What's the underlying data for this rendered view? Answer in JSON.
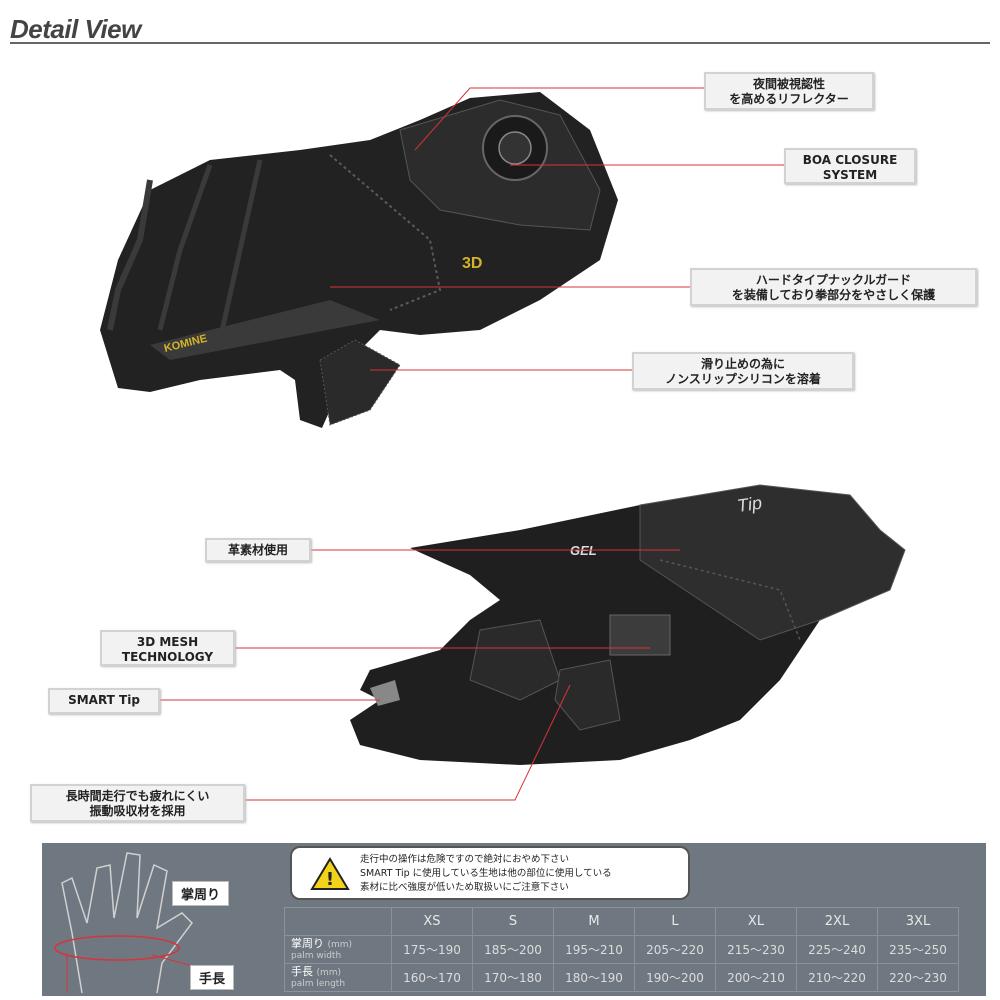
{
  "header": {
    "title": "Detail View"
  },
  "callouts": {
    "reflector": [
      "夜間被視認性",
      "を高めるリフレクター"
    ],
    "boa": [
      "BOA CLOSURE",
      "SYSTEM"
    ],
    "knuckle": [
      "ハードタイプナックルガード",
      "を装備しており拳部分をやさしく保護"
    ],
    "silicon": [
      "滑り止めの為に",
      "ノンスリップシリコンを溶着"
    ],
    "leather": [
      "革素材使用"
    ],
    "mesh": [
      "3D MESH",
      "TECHNOLOGY"
    ],
    "smart": [
      "SMART Tip"
    ],
    "gel": [
      "長時間走行でも疲れにくい",
      "振動吸収材を採用"
    ]
  },
  "glove_prints": {
    "brand": "KOMINE",
    "badge": "3D",
    "gel": "GEL",
    "tip": "Tip"
  },
  "size_chart": {
    "hand_labels": {
      "palm": "掌周り",
      "length": "手長"
    },
    "warning": [
      "走行中の操作は危険ですので絶対におやめ下さい",
      "SMART Tip に使用している生地は他の部位に使用している",
      "素材に比べ強度が低いため取扱いにご注意下さい"
    ],
    "sizes": [
      "XS",
      "S",
      "M",
      "L",
      "XL",
      "2XL",
      "3XL"
    ],
    "rows": [
      {
        "label": "掌周り",
        "unit": "(mm)",
        "sub": "palm width",
        "values": [
          "175〜190",
          "185〜200",
          "195〜210",
          "205〜220",
          "215〜230",
          "225〜240",
          "235〜250"
        ]
      },
      {
        "label": "手長",
        "unit": "(mm)",
        "sub": "palm length",
        "values": [
          "160〜170",
          "170〜180",
          "180〜190",
          "190〜200",
          "200〜210",
          "210〜220",
          "220〜230"
        ]
      }
    ]
  },
  "colors": {
    "leader": "#d8333a",
    "panel": "#6f7880",
    "badge": "#d4b32a"
  }
}
